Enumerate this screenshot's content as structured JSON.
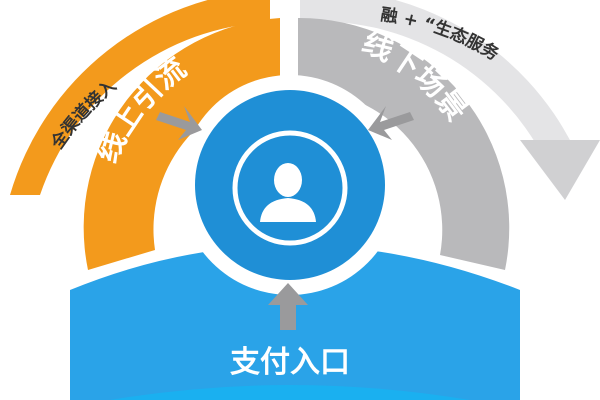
{
  "diagram": {
    "outer_left_label": "全渠道接入",
    "outer_right_label": "融 + “生态服务",
    "segment_online": "线上引流",
    "segment_offline": "线下场景",
    "segment_payment": "支付入口",
    "center_icon": "user-icon"
  },
  "colors": {
    "orange": "#F39A1C",
    "gray": "#B9B9BB",
    "blue": "#2AA3E8",
    "center_blue": "#1F8FD6",
    "arrow_gray": "#9A9A9C"
  }
}
